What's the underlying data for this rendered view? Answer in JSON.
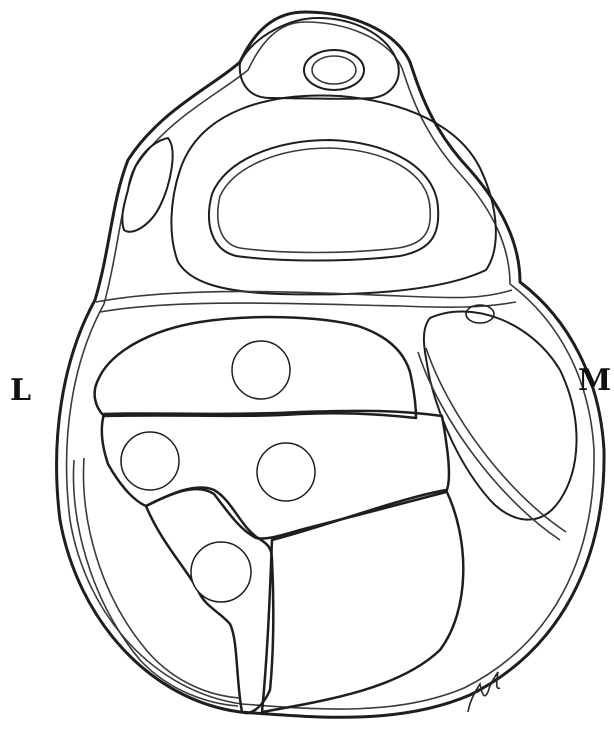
{
  "labels": {
    "left": "L",
    "right": "M"
  },
  "colors": {
    "background": "#ffffff",
    "outline": "#1e1e1e",
    "compartment_dark": "#232323",
    "compartment_mid": "#5c5c5c",
    "compartment_light": "#c4c4c4",
    "marker": "#ffffff"
  },
  "markers": [
    {
      "name": "marker-dark-compartment"
    },
    {
      "name": "marker-mid-compartment-left"
    },
    {
      "name": "marker-mid-compartment-right"
    },
    {
      "name": "marker-light-compartment"
    }
  ]
}
